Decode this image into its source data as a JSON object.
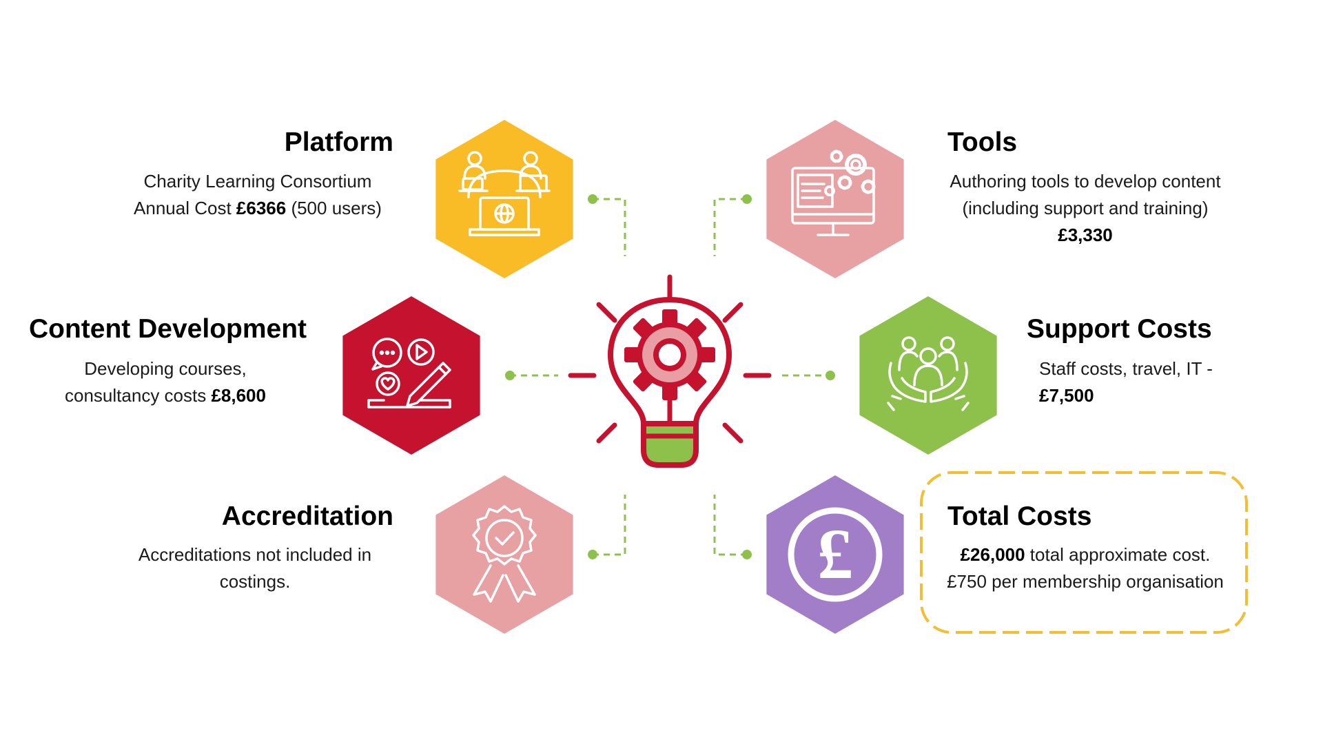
{
  "colors": {
    "yellow": "#F9BC26",
    "pink": "#E8A1A3",
    "crimson": "#C4122F",
    "green": "#8DC14B",
    "purple": "#A27EC8",
    "connector": "#8DC14B",
    "highlight_border": "#F3BE35",
    "bulb_red": "#C4122F",
    "bulb_green": "#8DC14B",
    "gear_pink": "#E99EA4"
  },
  "sections": {
    "platform": {
      "title": "Platform",
      "desc_parts": [
        "Charity Learning Consortium Annual Cost ",
        "£6366",
        " (500 users)"
      ],
      "icon": "online-meeting-laptop-icon"
    },
    "tools": {
      "title": "Tools",
      "desc_parts": [
        "Authoring tools to develop content (including support and training) ",
        "£3,330"
      ],
      "icon": "computer-gears-icon"
    },
    "content": {
      "title": "Content Development",
      "desc_parts": [
        "Developing courses, consultancy costs ",
        "£8,600"
      ],
      "icon": "content-creation-icon"
    },
    "support": {
      "title": "Support Costs",
      "desc_parts": [
        "Staff costs, travel, IT  - ",
        "£7,500"
      ],
      "icon": "supporting-hands-people-icon"
    },
    "accreditation": {
      "title": "Accreditation",
      "desc_parts": [
        "Accreditations not included in costings."
      ],
      "icon": "award-badge-icon"
    },
    "total": {
      "title": "Total Costs",
      "desc_parts": [
        "£26,000",
        "  total approximate cost. £750 per membership organisation"
      ],
      "icon": "pound-coin-icon"
    }
  },
  "center_icon": "lightbulb-gear-icon"
}
